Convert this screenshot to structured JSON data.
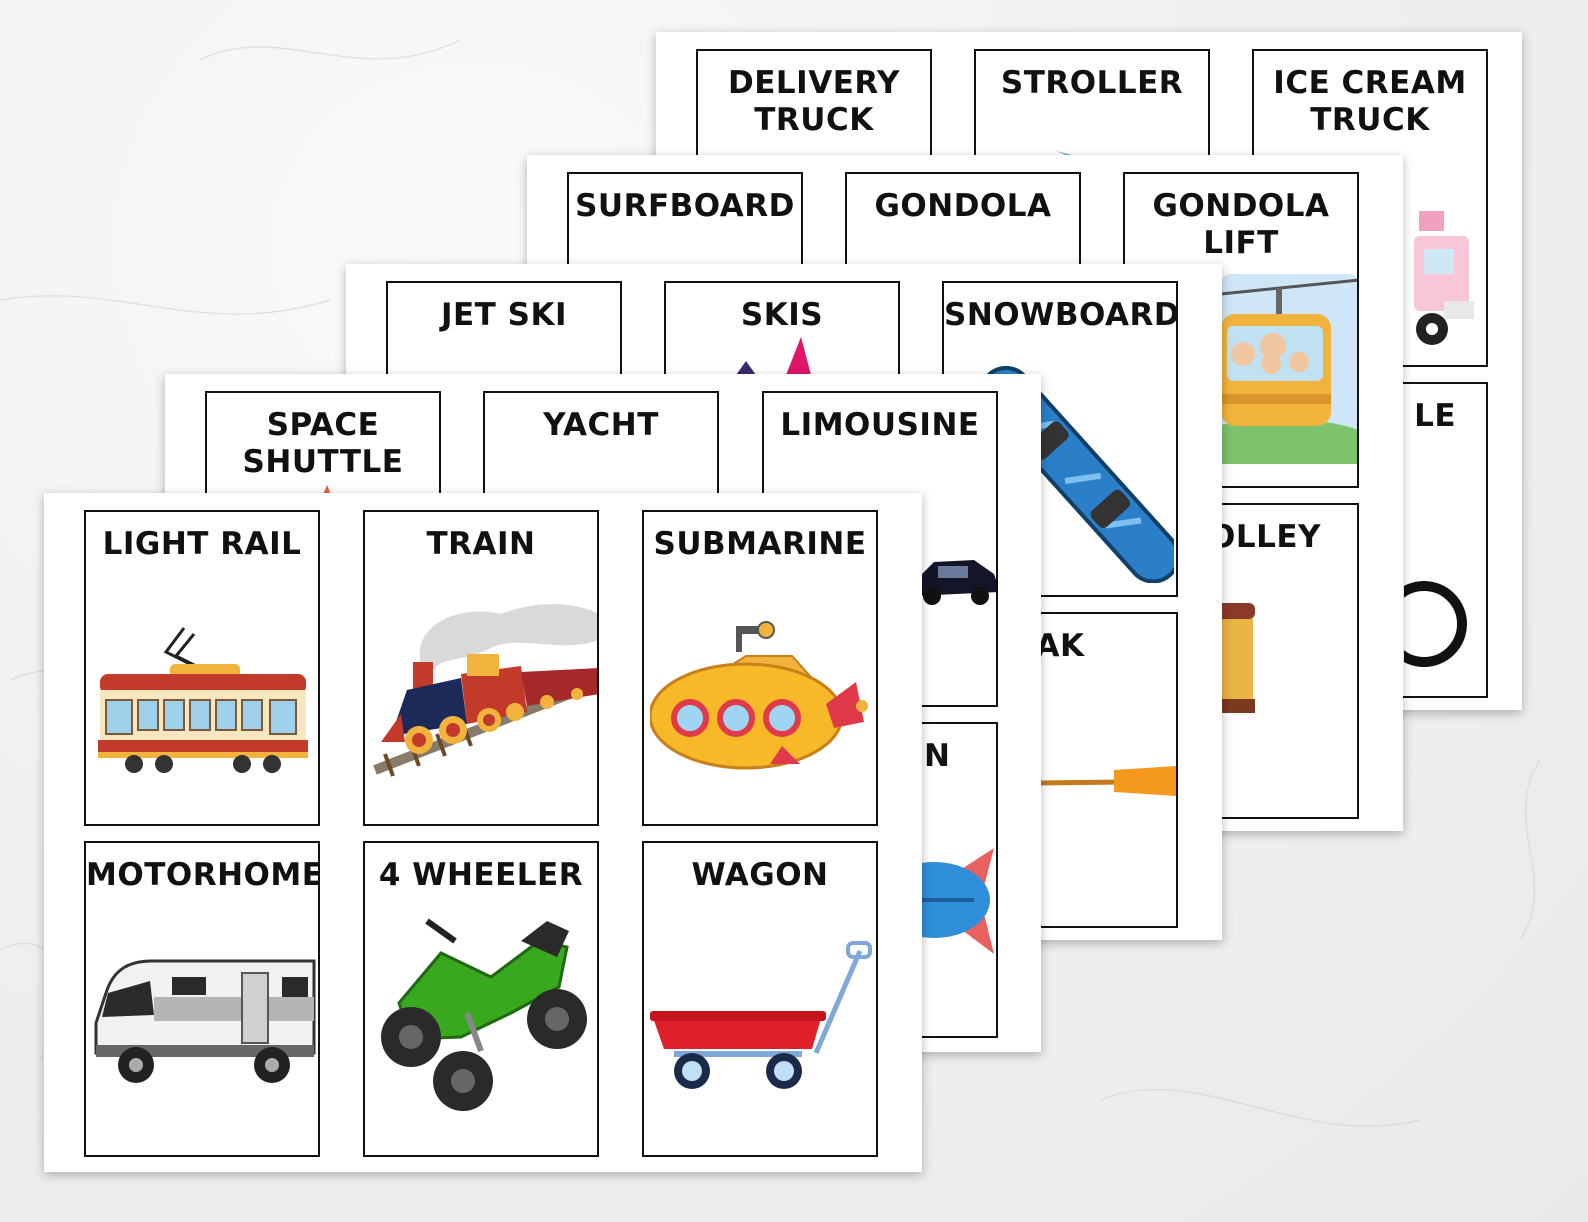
{
  "background": {
    "color": "#efefef",
    "texture": "marble"
  },
  "sheets": [
    {
      "cards": [
        "DELIVERY\nTRUCK",
        "STROLLER",
        "ICE CREAM\nTRUCK",
        "LE"
      ]
    },
    {
      "cards": [
        "SURFBOARD",
        "GONDOLA",
        "GONDOLA\nLIFT",
        "OLLEY"
      ]
    },
    {
      "cards": [
        "JET SKI",
        "SKIS",
        "SNOWBOARD",
        "AYAK"
      ]
    },
    {
      "cards": [
        "SPACE\nSHUTTLE",
        "YACHT",
        "LIMOUSINE",
        "N"
      ]
    },
    {
      "cards": [
        "LIGHT RAIL",
        "TRAIN",
        "SUBMARINE",
        "MOTORHOME",
        "4 WHEELER",
        "WAGON"
      ]
    }
  ],
  "icons": {
    "light_rail": "tram-icon",
    "train": "steam-locomotive-icon",
    "submarine": "submarine-icon",
    "motorhome": "rv-icon",
    "four_wheeler": "atv-icon",
    "wagon": "wagon-icon",
    "snowboard": "snowboard-icon",
    "gondola_lift": "cable-car-icon",
    "kayak": "kayak-icon",
    "trolley": "trolley-icon",
    "ice_cream_truck": "ice-cream-truck-icon",
    "limousine": "limousine-icon",
    "blimp": "blimp-icon"
  }
}
